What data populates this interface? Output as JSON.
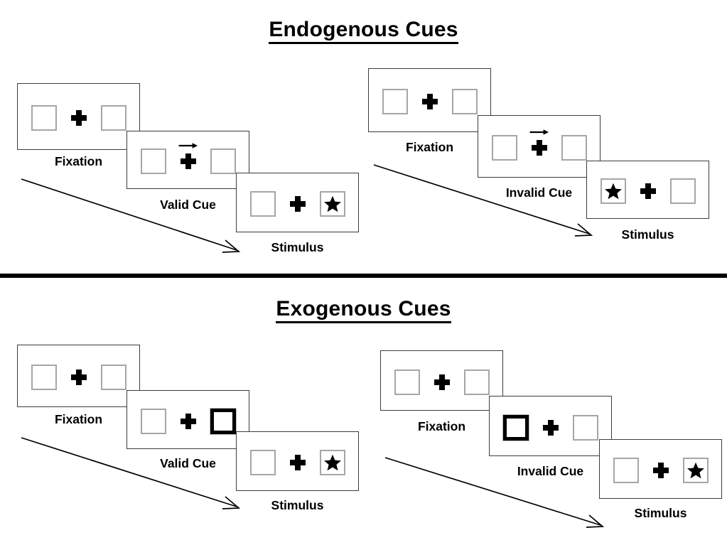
{
  "sections": [
    {
      "id": "endogenous",
      "title": "Endogenous Cues",
      "groups": [
        {
          "id": "endogenous-valid",
          "panels": [
            {
              "id": "fixation",
              "caption": "Fixation",
              "left_content": "empty-box",
              "cue": "none",
              "right_content": "empty-box"
            },
            {
              "id": "valid-cue",
              "caption": "Valid Cue",
              "left_content": "empty-box",
              "cue": "arrow-right",
              "right_content": "empty-box"
            },
            {
              "id": "stimulus",
              "caption": "Stimulus",
              "left_content": "empty-box",
              "cue": "none",
              "right_content": "star-box"
            }
          ]
        },
        {
          "id": "endogenous-invalid",
          "panels": [
            {
              "id": "fixation",
              "caption": "Fixation",
              "left_content": "empty-box",
              "cue": "none",
              "right_content": "empty-box"
            },
            {
              "id": "invalid-cue",
              "caption": "Invalid Cue",
              "left_content": "empty-box",
              "cue": "arrow-right",
              "right_content": "empty-box"
            },
            {
              "id": "stimulus",
              "caption": "Stimulus",
              "left_content": "star-box",
              "cue": "none",
              "right_content": "empty-box"
            }
          ]
        }
      ]
    },
    {
      "id": "exogenous",
      "title": "Exogenous Cues",
      "groups": [
        {
          "id": "exogenous-valid",
          "panels": [
            {
              "id": "fixation",
              "caption": "Fixation",
              "left_content": "empty-box",
              "cue": "none",
              "right_content": "empty-box"
            },
            {
              "id": "valid-cue",
              "caption": "Valid Cue",
              "left_content": "empty-box",
              "cue": "none",
              "right_content": "cued-box"
            },
            {
              "id": "stimulus",
              "caption": "Stimulus",
              "left_content": "empty-box",
              "cue": "none",
              "right_content": "star-box"
            }
          ]
        },
        {
          "id": "exogenous-invalid",
          "panels": [
            {
              "id": "fixation",
              "caption": "Fixation",
              "left_content": "empty-box",
              "cue": "none",
              "right_content": "empty-box"
            },
            {
              "id": "invalid-cue",
              "caption": "Invalid Cue",
              "left_content": "cued-box",
              "cue": "none",
              "right_content": "empty-box"
            },
            {
              "id": "stimulus",
              "caption": "Stimulus",
              "left_content": "empty-box",
              "cue": "none",
              "right_content": "star-box"
            }
          ]
        }
      ]
    }
  ],
  "icons": {
    "fixation_cross": "plus-icon",
    "cue_arrow": "arrow-right-icon",
    "target": "star-icon",
    "time_flow": "time-arrow-icon"
  },
  "colors": {
    "ink": "#000000",
    "panel_border": "#3c3c3c",
    "box_border": "#a6a6a6",
    "cued_box_border": "#000000",
    "background": "#ffffff"
  }
}
